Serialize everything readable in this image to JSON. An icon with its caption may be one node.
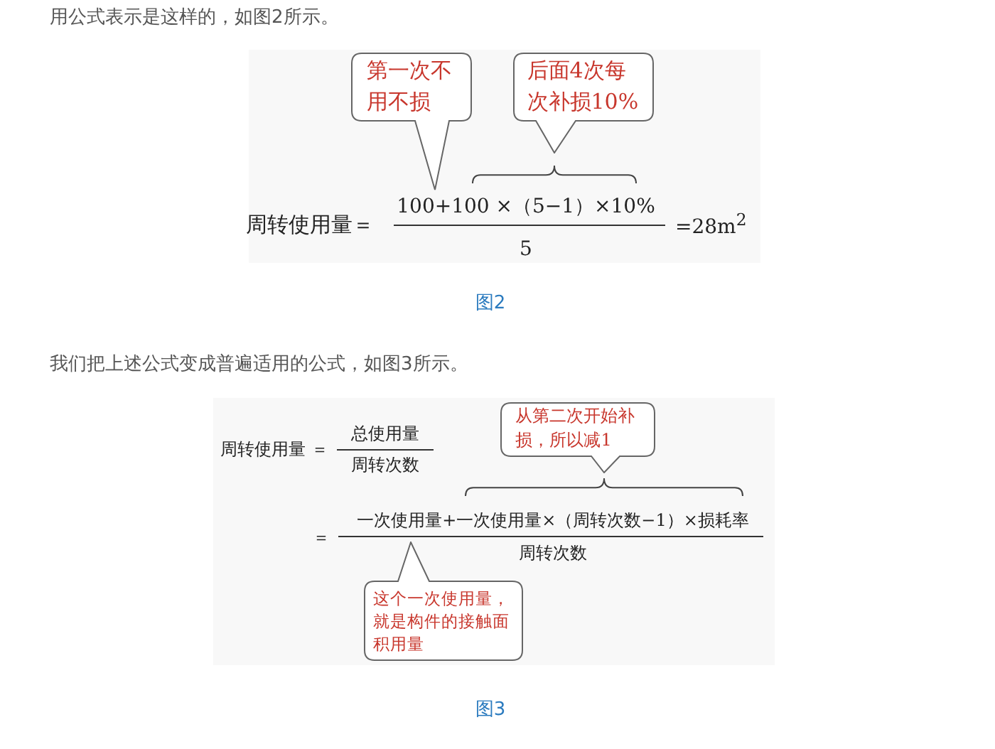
{
  "diagram": {
    "nodes": [
      {
        "text": [
          "第一次不用不损"
        ]
      },
      {
        "text": [
          "后面4次每次补损10%"
        ]
      },
      {
        "text": [
          "从第二次开始补损，所以减1"
        ]
      },
      {
        "text": [
          "这个一次使用量，就是构件的接触面积用量"
        ]
      }
    ],
    "labels": [
      "用公式表示是这样的，如图2所示。",
      "周转使用量＝",
      "100+100 ×（5−1）×10%",
      "5",
      "=28m$^{2}$",
      "图2",
      "我们把上述公式变成普遍适用的公式，如图3所示。",
      "周转使用量 ＝",
      "总使用量",
      "周转次数",
      "＝",
      "一次使用量+一次使用量×（周转次数−1）×损耗率",
      "周转次数",
      "图3"
    ]
  }
}
